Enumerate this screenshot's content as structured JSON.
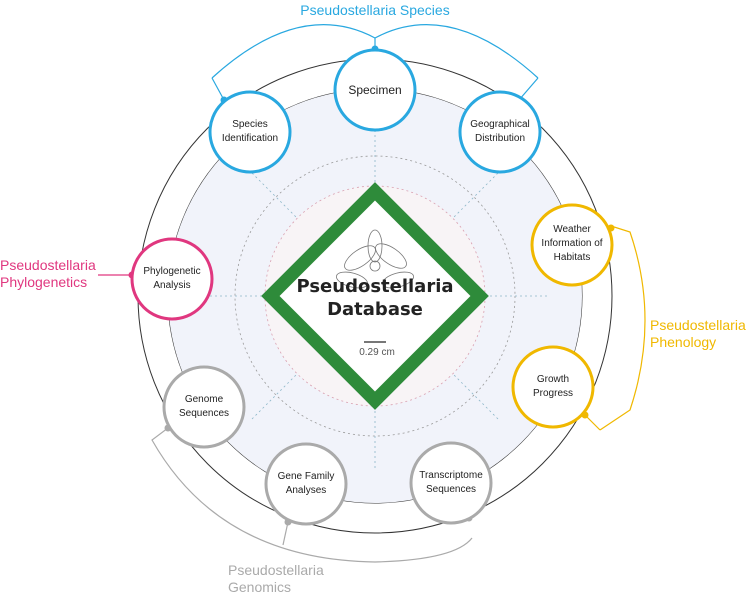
{
  "colors": {
    "species": "#29a8e0",
    "phylogenetics": "#e0377f",
    "phenology": "#f0b800",
    "genomics": "#aaaaaa",
    "center_frame": "#2e8b3a"
  },
  "center": {
    "title_line1": "Pseudostellaria",
    "title_line2": "Database",
    "scale": "0.29 cm",
    "icon": "flower-illustration"
  },
  "groups": {
    "species": "Pseudostellaria Species",
    "phylogenetics_line1": "Pseudostellaria",
    "phylogenetics_line2": "Phylogenetics",
    "phenology_line1": "Pseudostellaria",
    "phenology_line2": "Phenology",
    "genomics_line1": "Pseudostellaria",
    "genomics_line2": "Genomics"
  },
  "nodes": {
    "specimen": "Specimen",
    "species_identification_line1": "Species",
    "species_identification_line2": "Identification",
    "geographical_distribution_line1": "Geographical",
    "geographical_distribution_line2": "Distribution",
    "weather_line1": "Weather",
    "weather_line2": "Information of",
    "weather_line3": "Habitats",
    "growth_line1": "Growth",
    "growth_line2": "Progress",
    "phylogenetic_line1": "Phylogenetic",
    "phylogenetic_line2": "Analysis",
    "genome_line1": "Genome",
    "genome_line2": "Sequences",
    "gene_family_line1": "Gene Family",
    "gene_family_line2": "Analyses",
    "transcriptome_line1": "Transcriptome",
    "transcriptome_line2": "Sequences"
  }
}
